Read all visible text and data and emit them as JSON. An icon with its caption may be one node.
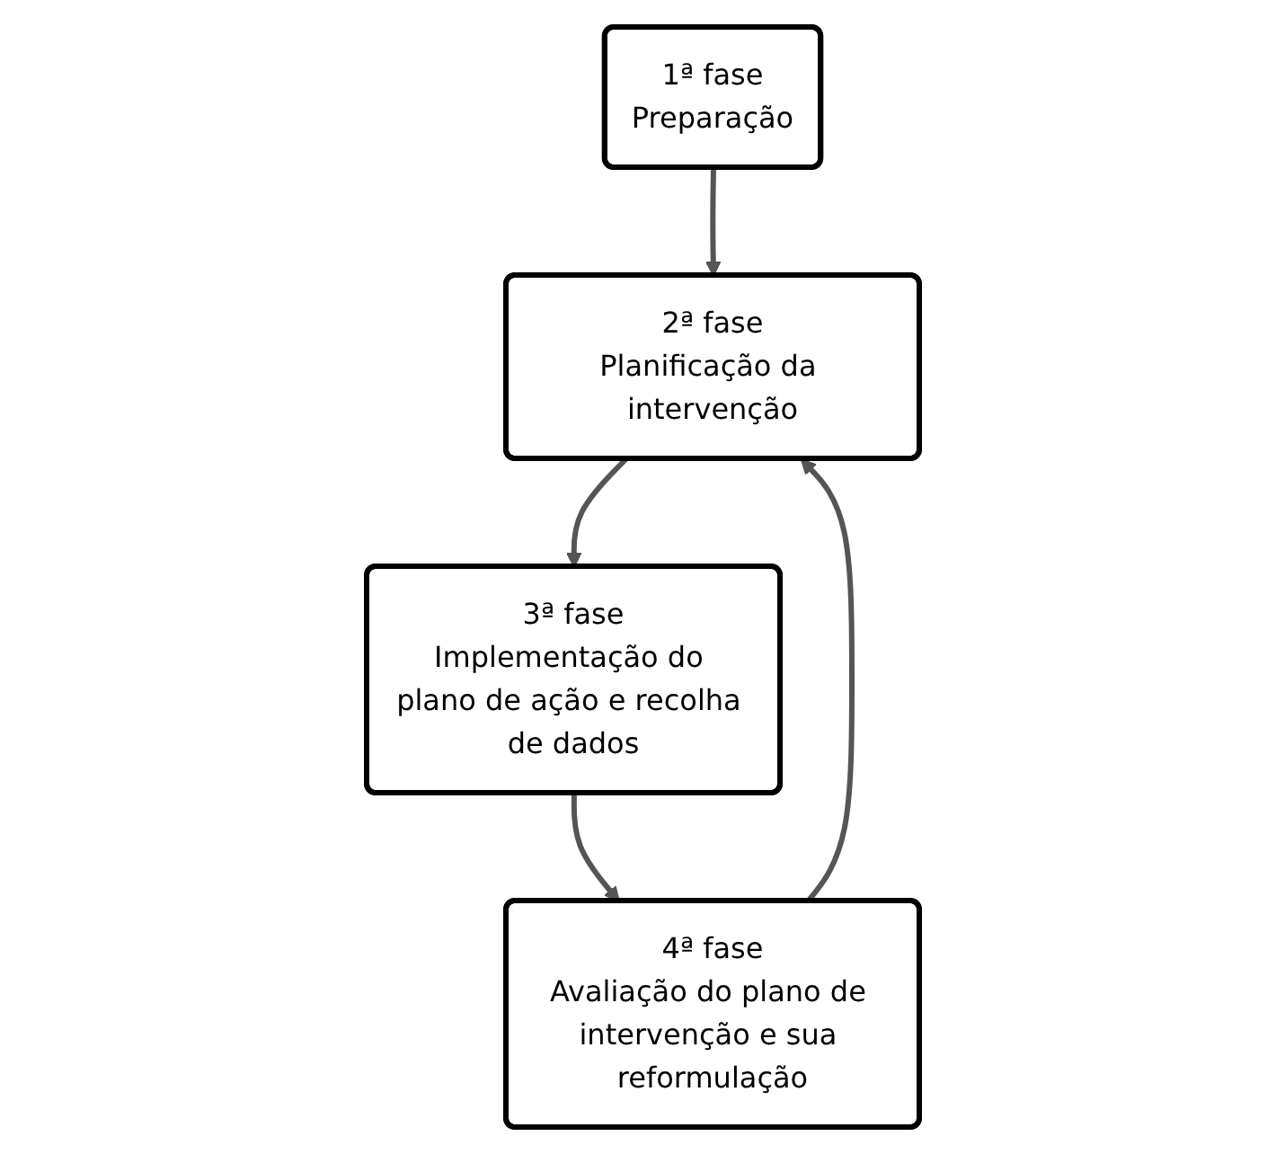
{
  "diagram": {
    "nodes": [
      {
        "text": [
          "1ª fase",
          "Preparação"
        ]
      },
      {
        "text": [
          "2ª fase",
          "Planificação da intervenção"
        ]
      },
      {
        "text": [
          "3ª fase",
          "Implementação do plano de ação e recolha de dados"
        ]
      },
      {
        "text": [
          "4ª fase",
          "Avaliação do plano de intervenção e sua reformulação"
        ]
      }
    ],
    "edges": [
      {
        "from": 0,
        "to": 1,
        "arrow": "to"
      },
      {
        "from": 1,
        "to": 2,
        "arrow": "to"
      },
      {
        "from": 2,
        "to": 3,
        "arrow": "to"
      },
      {
        "from": 3,
        "to": 1,
        "arrow": "to"
      }
    ]
  }
}
